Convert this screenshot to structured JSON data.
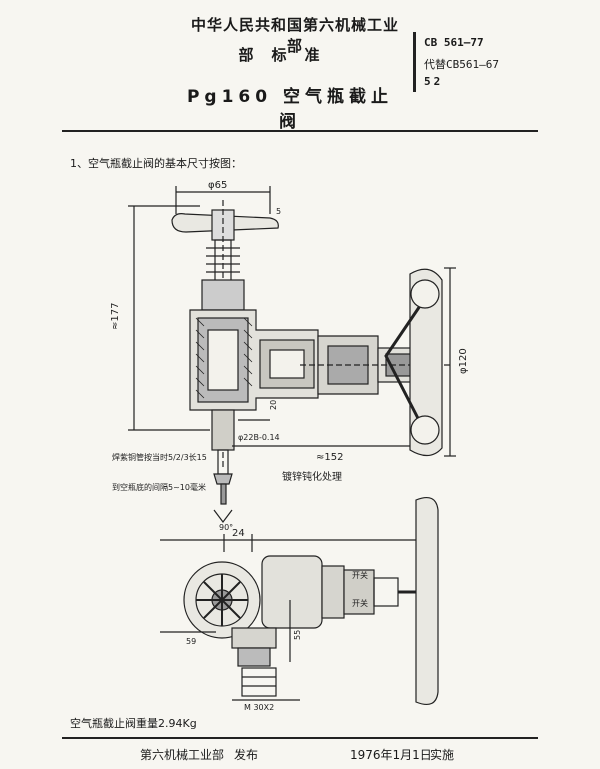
{
  "header": {
    "ministry": "中华人民共和国第六机械工业部",
    "standard_type": "部标准",
    "title": "Pg160 空气瓶截止阀",
    "code": "CB 561—77",
    "replaces": "代替CB561—67",
    "page": "52"
  },
  "body": {
    "clause_1": "1、空气瓶截止阀的基本尺寸按图：",
    "weight_note": "空气瓶截止阀重量2.94Kg"
  },
  "drawing": {
    "dims": {
      "d65": "φ65",
      "h177": "≈177",
      "d120": "φ120",
      "l152": "≈152",
      "d22": "φ22B-0.14",
      "d24": "24",
      "d55": "55",
      "d59": "59",
      "d5": "5",
      "d20": "20",
      "m30": "M 30X2",
      "a90": "90°"
    },
    "notes": {
      "note_copper_tube": "焊紫铜管按当时5/2/3长15",
      "note_fill_hole": "到空瓶底的间隔5~10毫米",
      "note_plating": "镀锌钝化处理",
      "note_open_top": "开关",
      "note_open_bot": "开关"
    }
  },
  "footer": {
    "org": "第六机械工业部",
    "issue": "发布",
    "date": "1976年1月1日",
    "implement": "实施"
  }
}
